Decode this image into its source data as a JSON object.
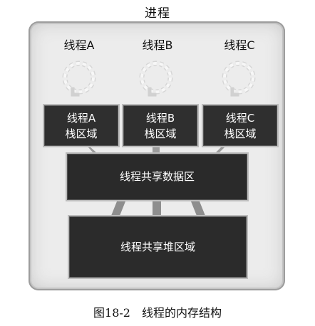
{
  "process": {
    "title": "进程"
  },
  "threads": [
    {
      "label": "线程A",
      "stack_line1": "线程A",
      "stack_line2": "栈区域"
    },
    {
      "label": "线程B",
      "stack_line1": "线程B",
      "stack_line2": "栈区域"
    },
    {
      "label": "线程C",
      "stack_line1": "线程C",
      "stack_line2": "栈区域"
    }
  ],
  "shared_data": {
    "label": "线程共享数据区"
  },
  "shared_heap": {
    "label": "线程共享堆区域"
  },
  "caption": {
    "text": "图18-2　线程的内存结构"
  },
  "colors": {
    "dark_box": "#2b2b2b",
    "process_bg": "#ececec",
    "connector": "#a9a9a9"
  },
  "icons": {
    "thread": "thread-dashed-circle-icon"
  }
}
